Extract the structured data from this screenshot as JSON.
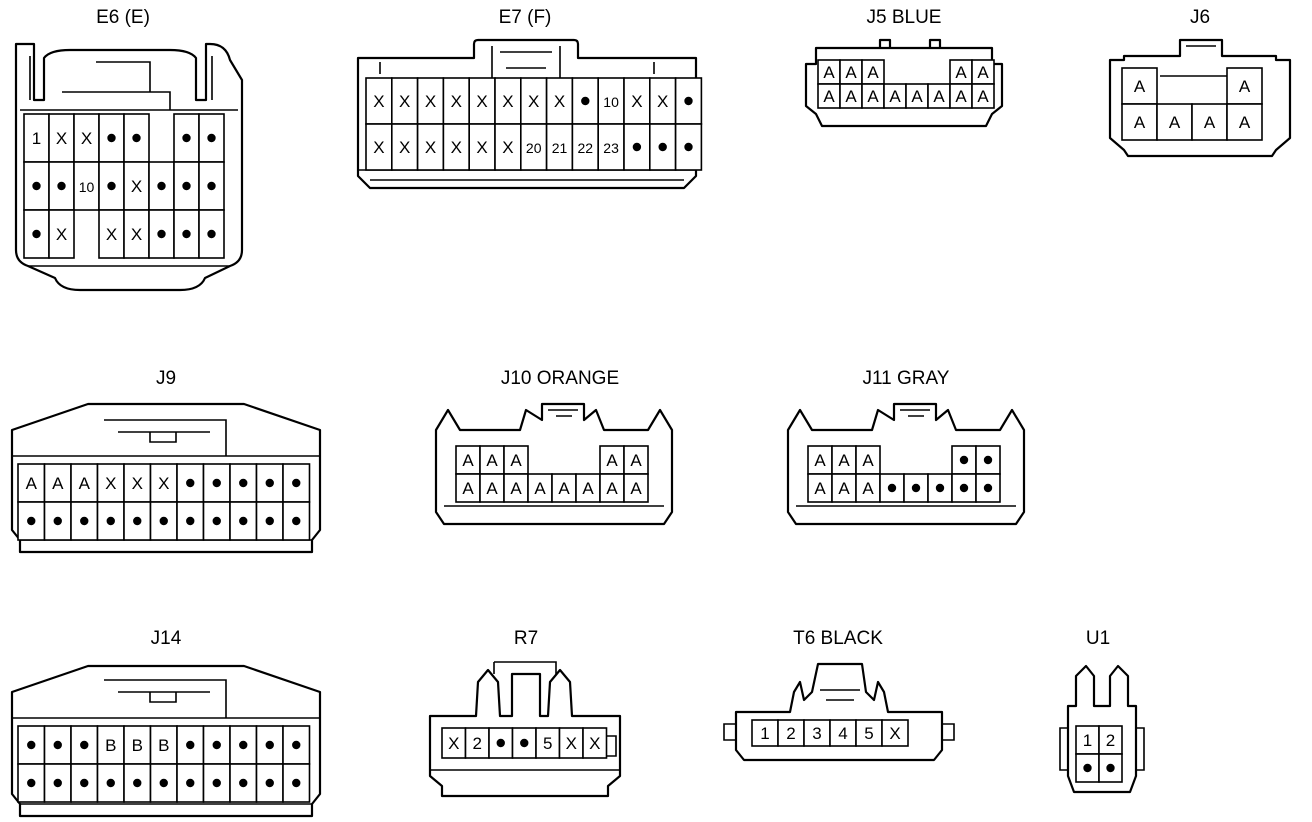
{
  "connectors": [
    {
      "id": "E6",
      "label": "E6 (E)",
      "rows": [
        [
          "1",
          "X",
          "X",
          "•",
          "•",
          "",
          "•",
          "•"
        ],
        [
          "•",
          "•",
          "10",
          "•",
          "X",
          "•",
          "•",
          "•"
        ],
        [
          "•",
          "X",
          "",
          "X",
          "X",
          "•",
          "•",
          "•"
        ]
      ]
    },
    {
      "id": "E7",
      "label": "E7 (F)",
      "rows": [
        [
          "X",
          "X",
          "X",
          "X",
          "X",
          "X",
          "X",
          "X",
          "•",
          "10",
          "X",
          "X",
          "•"
        ],
        [
          "X",
          "X",
          "X",
          "X",
          "X",
          "X",
          "20",
          "21",
          "22",
          "23",
          "•",
          "•",
          "•"
        ]
      ]
    },
    {
      "id": "J5",
      "label": "J5  BLUE",
      "rows": [
        [
          "A",
          "A",
          "A",
          "",
          "",
          "",
          "A",
          "A"
        ],
        [
          "A",
          "A",
          "A",
          "A",
          "A",
          "A",
          "A",
          "A"
        ]
      ]
    },
    {
      "id": "J6",
      "label": "J6",
      "rows": [
        [
          "A",
          "",
          "",
          "A"
        ],
        [
          "A",
          "A",
          "A",
          "A"
        ]
      ]
    },
    {
      "id": "J9",
      "label": "J9",
      "rows": [
        [
          "A",
          "A",
          "A",
          "X",
          "X",
          "X",
          "•",
          "•",
          "•",
          "•",
          "•"
        ],
        [
          "•",
          "•",
          "•",
          "•",
          "•",
          "•",
          "•",
          "•",
          "•",
          "•",
          "•"
        ]
      ]
    },
    {
      "id": "J10",
      "label": "J10  ORANGE",
      "rows": [
        [
          "A",
          "A",
          "A",
          "",
          "",
          "",
          "A",
          "A"
        ],
        [
          "A",
          "A",
          "A",
          "A",
          "A",
          "A",
          "A",
          "A"
        ]
      ]
    },
    {
      "id": "J11",
      "label": "J11  GRAY",
      "rows": [
        [
          "A",
          "A",
          "A",
          "",
          "",
          "",
          "•",
          "•"
        ],
        [
          "A",
          "A",
          "A",
          "•",
          "•",
          "•",
          "•",
          "•"
        ]
      ]
    },
    {
      "id": "J14",
      "label": "J14",
      "rows": [
        [
          "•",
          "•",
          "•",
          "B",
          "B",
          "B",
          "•",
          "•",
          "•",
          "•",
          "•"
        ],
        [
          "•",
          "•",
          "•",
          "•",
          "•",
          "•",
          "•",
          "•",
          "•",
          "•",
          "•"
        ]
      ]
    },
    {
      "id": "R7",
      "label": "R7",
      "rows": [
        [
          "X",
          "2",
          "•",
          "•",
          "5",
          "X",
          "X"
        ]
      ]
    },
    {
      "id": "T6",
      "label": "T6  BLACK",
      "rows": [
        [
          "1",
          "2",
          "3",
          "4",
          "5",
          "X"
        ]
      ]
    },
    {
      "id": "U1",
      "label": "U1",
      "rows": [
        [
          "1",
          "2"
        ],
        [
          "•",
          "•"
        ]
      ]
    }
  ]
}
